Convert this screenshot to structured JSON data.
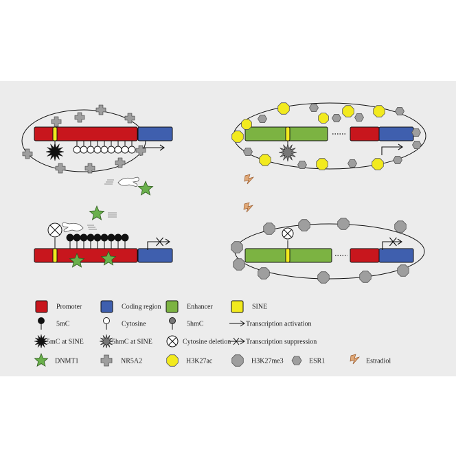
{
  "colors": {
    "background": "#ececec",
    "promoter": "#c8161d",
    "coding_region": "#3f5fae",
    "enhancer": "#7cb342",
    "sine": "#f2ea1e",
    "dnmt1": "#6ab04c",
    "nr5a2": "#9e9e9e",
    "h3k27ac": "#f2ea1e",
    "h3k27me3": "#9e9e9e",
    "esr1": "#9e9e9e",
    "estradiol": "#e0a877",
    "line": "#111111"
  },
  "icons": [
    "promoter-box",
    "coding-region-box",
    "enhancer-box",
    "sine-box",
    "5mc-lollipop",
    "cytosine-lollipop",
    "5hmc-lollipop",
    "arrow",
    "5mc-sine-burst",
    "5hmc-sine-burst",
    "cytosine-deletion-circle",
    "crossed-arrow",
    "dnmt1-star",
    "nr5a2-cross",
    "h3k27ac-octagon",
    "h3k27me3-octagon",
    "esr1-hexagon",
    "estradiol-bolt",
    "hand"
  ],
  "legend": {
    "row1": [
      "Promoter",
      "Coding region",
      "Enhancer",
      "SINE"
    ],
    "row2": [
      "5mC",
      "Cytosine",
      "5hmC",
      "Transcription activation"
    ],
    "row3": [
      "5mC at SINE",
      "5hmC at SINE",
      "Cytosine deletion",
      "Transcription suppression"
    ],
    "row4": [
      "DNMT1",
      "NR5A2",
      "H3K27ac",
      "H3K27me3",
      "ESR1",
      "Estradiol"
    ]
  }
}
